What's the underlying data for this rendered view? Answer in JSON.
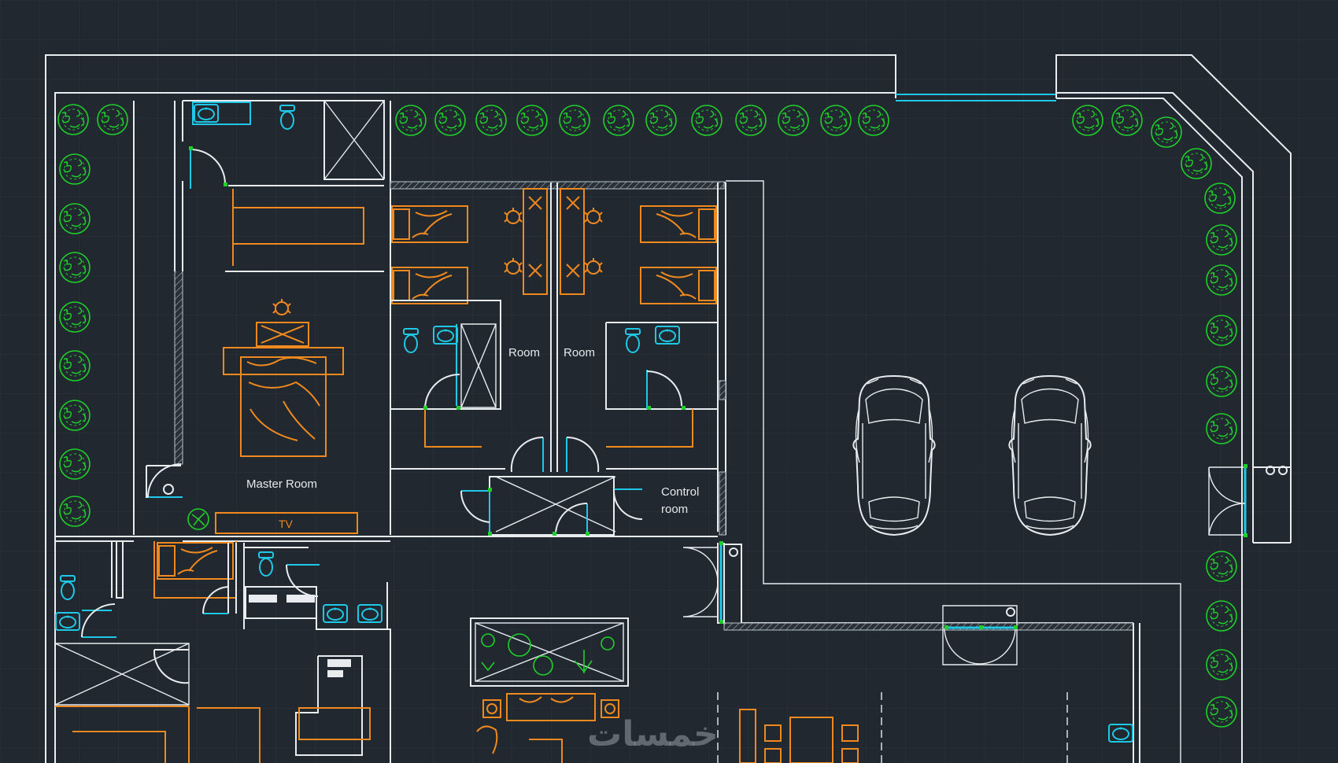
{
  "drawing": {
    "room_labels": {
      "room_left": "Room",
      "room_right": "Room",
      "master_room": "Master Room",
      "control_line1": "Control",
      "control_line2": "room",
      "tv": "TV"
    },
    "watermark": "خمسات"
  },
  "colors": {
    "background": "#212830",
    "grid": "#2e3640",
    "walls": "#e8ecef",
    "furniture": "#f0891e",
    "fixtures": "#1fc8e6",
    "plants": "#1fd02a"
  },
  "icons": [
    "tree-icon",
    "car-icon",
    "toilet-icon",
    "sink-icon",
    "bed-icon",
    "chair-icon",
    "door-swing-icon",
    "shower-icon"
  ]
}
